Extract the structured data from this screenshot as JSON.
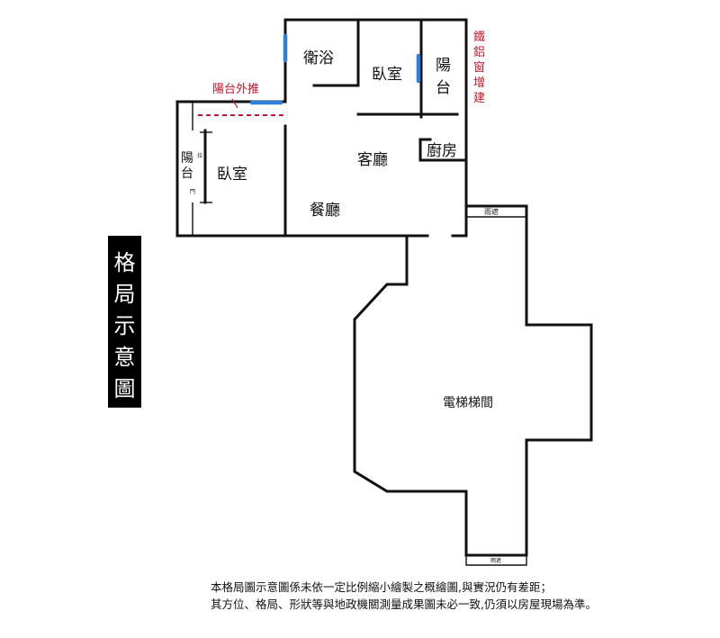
{
  "title": "格局示意圖",
  "title_chars": [
    "格",
    "局",
    "示",
    "意",
    "圖"
  ],
  "rooms": {
    "bathroom": "衛浴",
    "bedroom_top": "臥室",
    "balcony_top": "陽台",
    "living_room": "客廳",
    "kitchen": "廚房",
    "dining_room": "餐廳",
    "bedroom_left": "臥室",
    "balcony_left": "陽台",
    "sliding_door_top": "拉",
    "sliding_door_bottom": "門",
    "elevator_stairwell": "電梯梯間",
    "canopy_top": "雨遮",
    "canopy_bottom": "雨遮"
  },
  "annotations": {
    "balcony_extended": "陽台外推",
    "iron_window": "鐵鋁窗增建",
    "iron_window_chars": [
      "鐵",
      "鋁",
      "窗",
      "增",
      "建"
    ]
  },
  "colors": {
    "wall": "#111111",
    "window": "#2f7fd6",
    "annotation": "#c0152a",
    "title_bg": "#000000"
  },
  "disclaimer": {
    "line1": "本格局圖示意圖係未依一定比例縮小繪製之概繪圖,與實況仍有差距；",
    "line2": "其方位、格局、形狀等與地政機關測量成果圖未必一致,仍須以房屋現場為準。"
  }
}
